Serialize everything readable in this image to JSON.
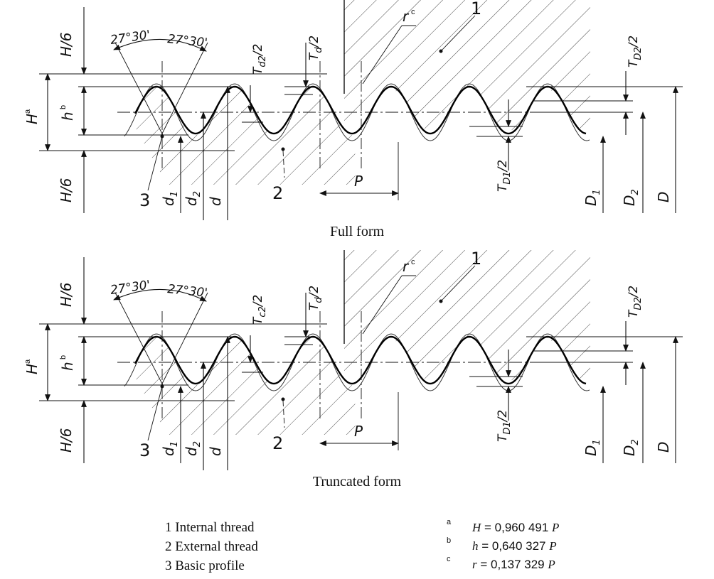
{
  "views": [
    {
      "caption": "Full form",
      "dims": {
        "h6_top": "H/6",
        "h6_bottom": "H/6",
        "angle_left": "27°30'",
        "angle_right": "27°30'",
        "H": "H",
        "H_sup": "a",
        "h": "h",
        "h_sup": "b",
        "r": "r",
        "r_sup": "c",
        "Td2": "T_d2/2",
        "Td": "T_d/2",
        "TD2": "T_D2/2",
        "TD1": "T_D1/2",
        "d1": "d_1",
        "d2": "d_2",
        "d": "d",
        "D1": "D_1",
        "D2": "D_2",
        "D": "D",
        "P": "P"
      },
      "callouts": {
        "internal": "1",
        "external": "2",
        "basic": "3"
      }
    },
    {
      "caption": "Truncated form",
      "dims": {
        "h6_top": "H/6",
        "h6_bottom": "H/6",
        "angle_left": "27°30'",
        "angle_right": "27°30'",
        "H": "H",
        "H_sup": "a",
        "h": "h",
        "h_sup": "b",
        "r": "r",
        "r_sup": "c",
        "Td2": "T_c2/2",
        "Td": "T_d/2",
        "TD2": "T_D2/2",
        "TD1": "T_D1/2",
        "d1": "d_1",
        "d2": "d_2",
        "d": "d",
        "D1": "D_1",
        "D2": "D_2",
        "D": "D",
        "P": "P"
      },
      "callouts": {
        "internal": "1",
        "external": "2",
        "basic": "3"
      }
    }
  ],
  "legend": {
    "items": [
      "1 Internal thread",
      "2 External thread",
      "3 Basic profile"
    ],
    "notes": [
      {
        "mark": "a",
        "symbol": "H",
        "text": " = 0,960 491 ",
        "unit": "P"
      },
      {
        "mark": "b",
        "symbol": "h",
        "text": " = 0,640 327 ",
        "unit": "P"
      },
      {
        "mark": "c",
        "symbol": "r",
        "text": " = 0,137 329 ",
        "unit": "P"
      }
    ]
  }
}
